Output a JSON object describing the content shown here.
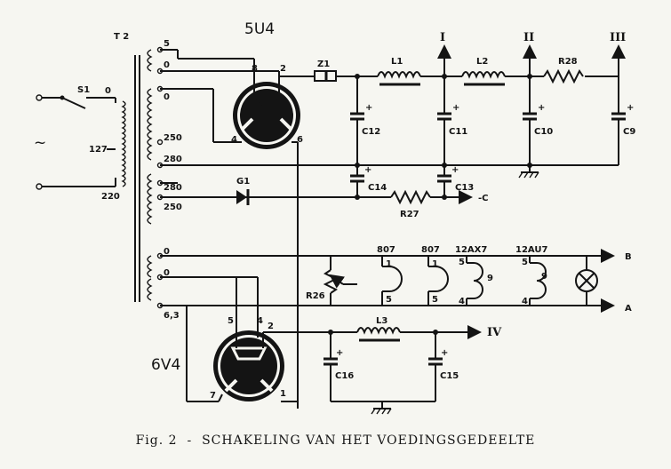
{
  "figure": {
    "transformer": "T 2",
    "rectifier_tube": "5U4",
    "second_tube": "6V4",
    "caption": "Fig. 2  -  SCHAKELING VAN HET VOEDINGSGEDEELTE"
  },
  "mains": {
    "switch": "S1",
    "tilde": "~",
    "taps": [
      "0",
      "127",
      "220"
    ]
  },
  "secondary_taps": {
    "hv_fil_5": "5",
    "hv_fil_0": "0",
    "hv_0": "0",
    "hv_250": "250",
    "hv_280": "280",
    "bias_280": "280",
    "bias_250": "250",
    "fil_0a": "0",
    "fil_0b": "0",
    "fil_63": "6,3"
  },
  "pins_5u4": [
    "8",
    "2",
    "4",
    "6"
  ],
  "pins_6v4": [
    "5",
    "4",
    "2",
    "7",
    "1"
  ],
  "components": {
    "Z1": "Z1",
    "L1": "L1",
    "L2": "L2",
    "L3": "L3",
    "R26": "R26",
    "R27": "R27",
    "R28": "R28",
    "G1": "G1",
    "C9": "C9",
    "C10": "C10",
    "C11": "C11",
    "C12": "C12",
    "C13": "C13",
    "C14": "C14",
    "C15": "C15",
    "C16": "C16"
  },
  "outputs": {
    "I": "I",
    "II": "II",
    "III": "III",
    "IV": "IV",
    "A": "A",
    "B": "B",
    "C": "-C"
  },
  "heater_tubes": [
    {
      "name": "807",
      "pins": [
        "1",
        "5"
      ]
    },
    {
      "name": "807",
      "pins": [
        "1",
        "5"
      ]
    },
    {
      "name": "12AX7",
      "pins": [
        "5",
        "4",
        "9"
      ]
    },
    {
      "name": "12AU7",
      "pins": [
        "5",
        "4",
        "9"
      ]
    }
  ],
  "plus": "+"
}
